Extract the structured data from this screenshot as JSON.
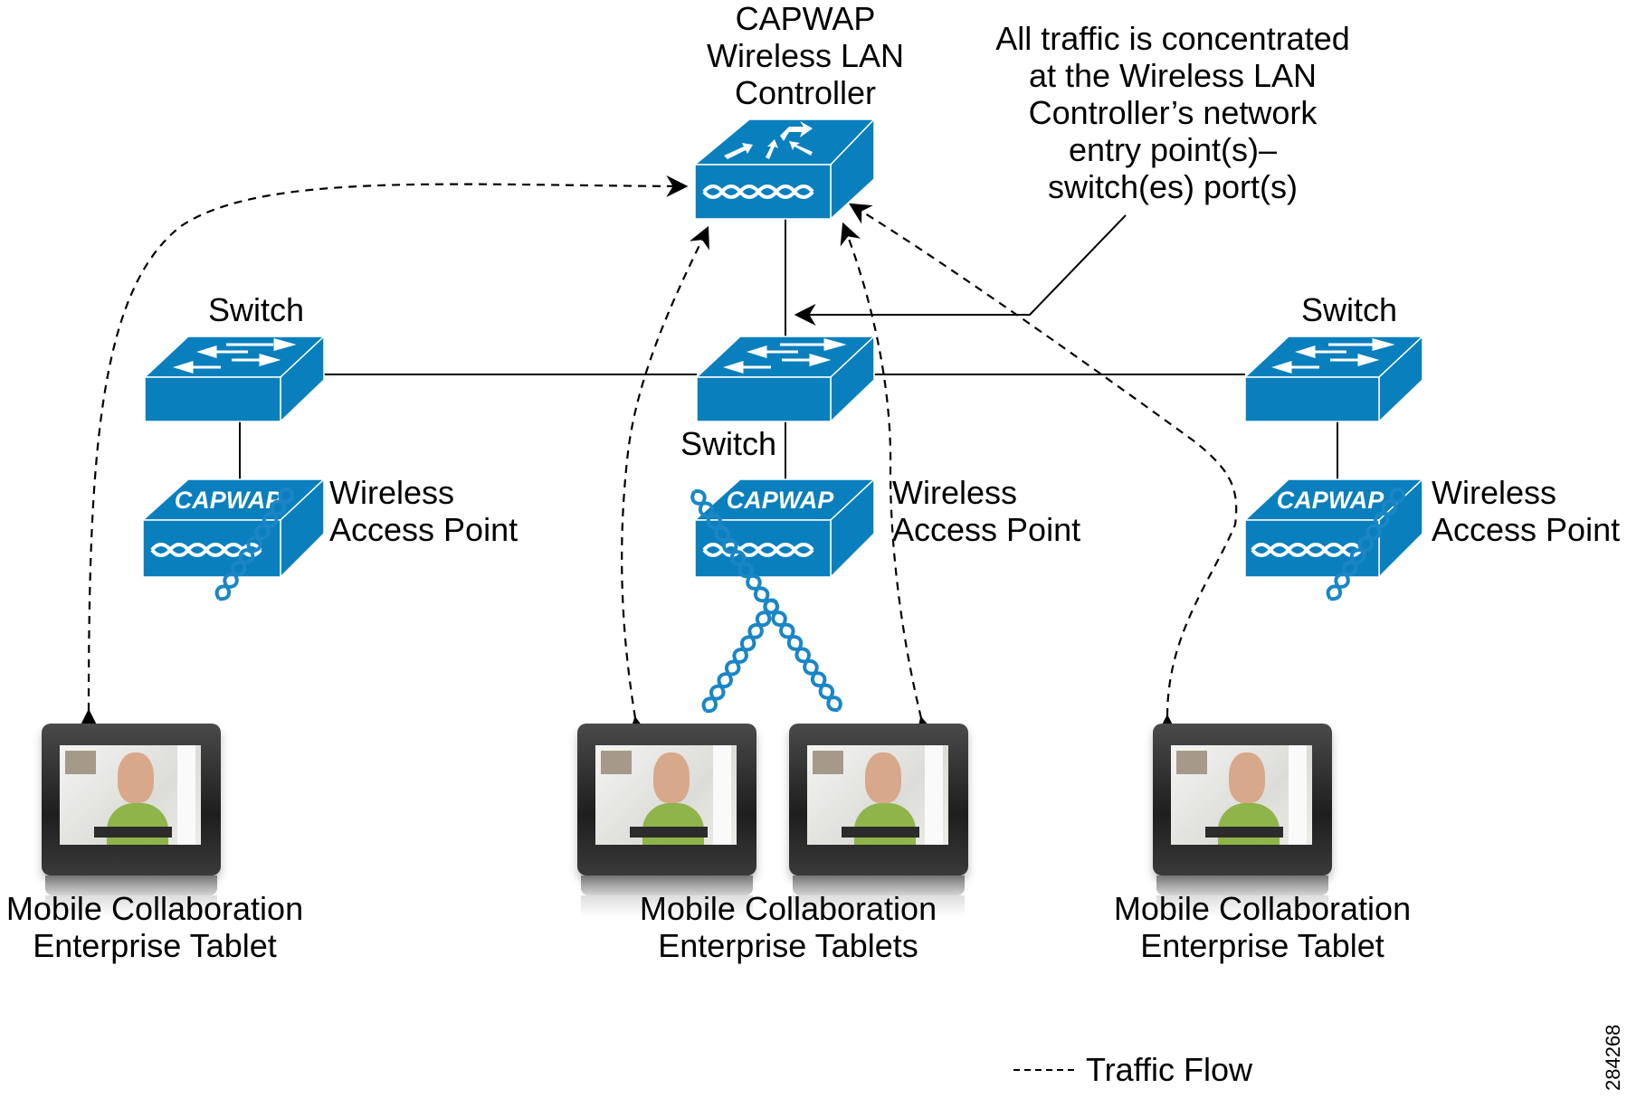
{
  "diagram": {
    "title_controller": [
      "CAPWAP",
      "Wireless LAN",
      "Controller"
    ],
    "annotation": [
      "All traffic is concentrated",
      "at the Wireless LAN",
      "Controller’s network",
      "entry point(s)–",
      "switch(es) port(s)"
    ],
    "switches": [
      {
        "id": "left",
        "label": "Switch"
      },
      {
        "id": "center",
        "label": "Switch"
      },
      {
        "id": "right",
        "label": "Switch"
      }
    ],
    "access_points": [
      {
        "id": "left",
        "badge": "CAPWAP",
        "label": [
          "Wireless",
          "Access Point"
        ]
      },
      {
        "id": "center",
        "badge": "CAPWAP",
        "label": [
          "Wireless",
          "Access Point"
        ]
      },
      {
        "id": "right",
        "badge": "CAPWAP",
        "label": [
          "Wireless",
          "Access Point"
        ]
      }
    ],
    "tablets": [
      {
        "id": "left",
        "label": [
          "Mobile Collaboration",
          "Enterprise Tablet"
        ]
      },
      {
        "id": "center",
        "label": [
          "Mobile Collaboration",
          "Enterprise Tablets"
        ]
      },
      {
        "id": "right",
        "label": [
          "Mobile Collaboration",
          "Enterprise Tablet"
        ]
      }
    ],
    "legend": {
      "line_style": "------",
      "label": "Traffic Flow"
    },
    "figure_id": "284268"
  },
  "colors": {
    "device_blue": "#0a7fbd",
    "device_blue_dark": "#05679b",
    "wireless_blue": "#1a86c6",
    "line": "#000000"
  }
}
